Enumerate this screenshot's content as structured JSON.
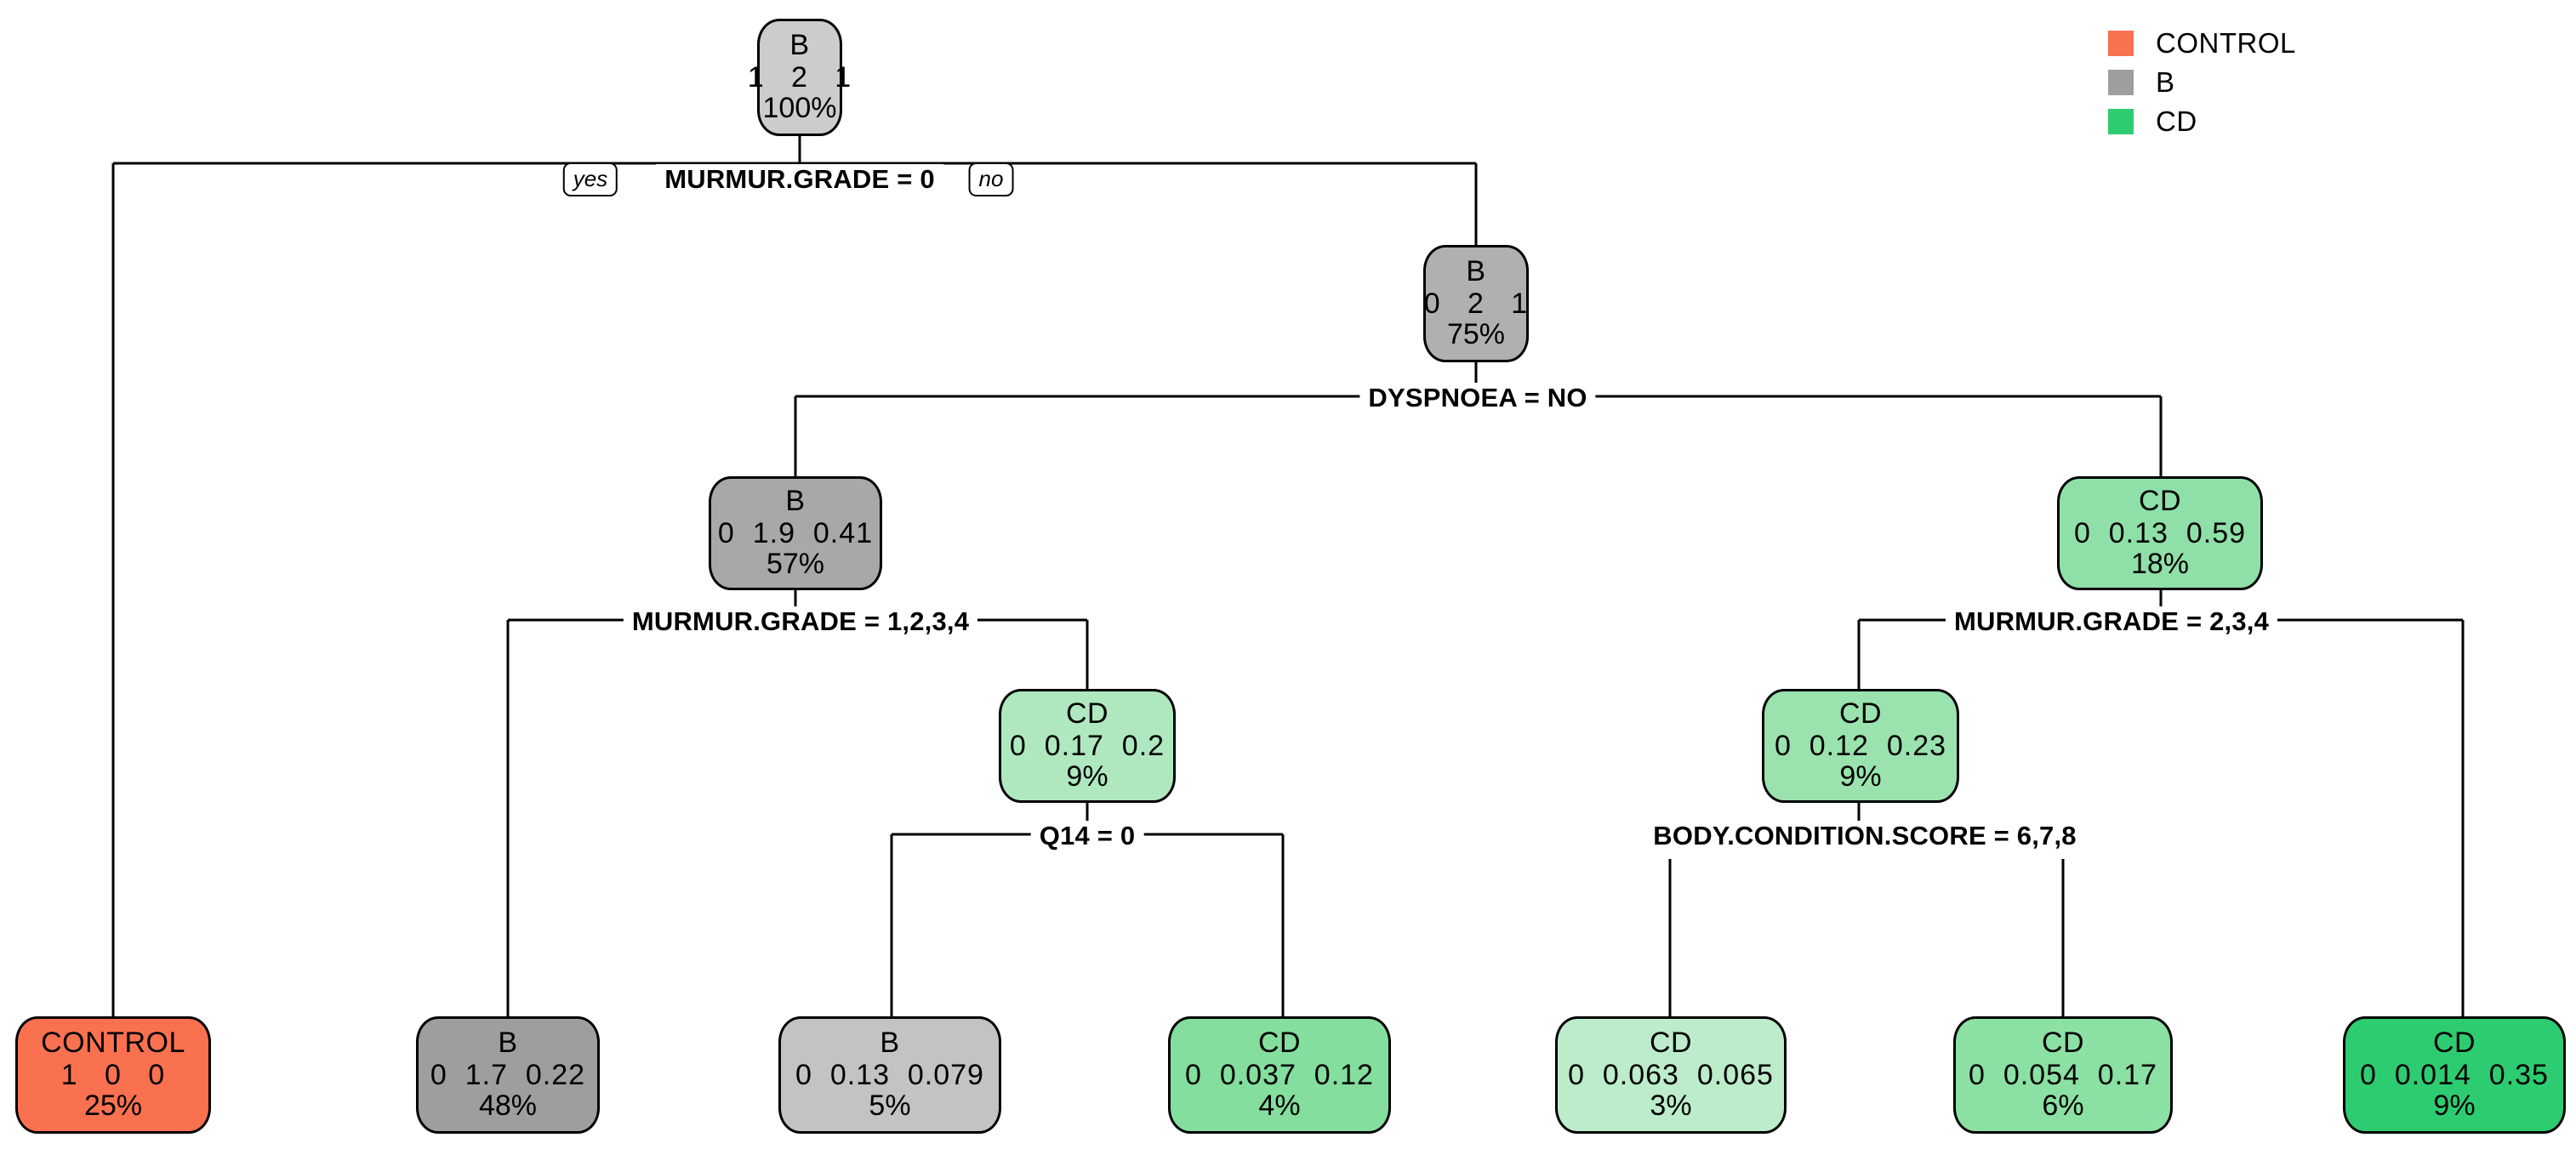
{
  "figure": {
    "type": "decision-tree",
    "background": "#ffffff"
  },
  "legend": {
    "position": "top-right",
    "items": [
      {
        "label": "CONTROL",
        "color": "#FA7150"
      },
      {
        "label": "B",
        "color": "#9E9E9E"
      },
      {
        "label": "CD",
        "color": "#2ECC71"
      }
    ]
  },
  "chart_data": {
    "type": "tree",
    "class_order": [
      "CONTROL",
      "B",
      "CD"
    ],
    "nodes": [
      {
        "id": "n1",
        "label": "B",
        "probs": "1   2   1",
        "pct": "100%",
        "fill": "#CCCCCC",
        "role": "root"
      },
      {
        "id": "n2",
        "label": "CONTROL",
        "probs": "1   0   0",
        "pct": "25%",
        "fill": "#FA7150",
        "role": "leaf"
      },
      {
        "id": "n3",
        "label": "B",
        "probs": "0   2   1",
        "pct": "75%",
        "fill": "#B0B0B0",
        "role": "internal"
      },
      {
        "id": "n4",
        "label": "B",
        "probs": "0  1.9  0.41",
        "pct": "57%",
        "fill": "#A8A8A8",
        "role": "internal"
      },
      {
        "id": "n5",
        "label": "CD",
        "probs": "0  0.13  0.59",
        "pct": "18%",
        "fill": "#8FE0A8",
        "role": "internal"
      },
      {
        "id": "n6",
        "label": "B",
        "probs": "0  1.7  0.22",
        "pct": "48%",
        "fill": "#9E9E9E",
        "role": "leaf"
      },
      {
        "id": "n7",
        "label": "CD",
        "probs": "0  0.17  0.2",
        "pct": "9%",
        "fill": "#AFE8BF",
        "role": "internal"
      },
      {
        "id": "n8",
        "label": "B",
        "probs": "0  0.13  0.079",
        "pct": "5%",
        "fill": "#C3C3C3",
        "role": "leaf"
      },
      {
        "id": "n9",
        "label": "CD",
        "probs": "0  0.037  0.12",
        "pct": "4%",
        "fill": "#84DE9D",
        "role": "leaf"
      },
      {
        "id": "n10",
        "label": "CD",
        "probs": "0  0.12  0.23",
        "pct": "9%",
        "fill": "#9AE3AE",
        "role": "internal"
      },
      {
        "id": "n11",
        "label": "CD",
        "probs": "0  0.063  0.065",
        "pct": "3%",
        "fill": "#BDECCA",
        "role": "leaf"
      },
      {
        "id": "n12",
        "label": "CD",
        "probs": "0  0.054  0.17",
        "pct": "6%",
        "fill": "#8BE0A4",
        "role": "leaf"
      },
      {
        "id": "n13",
        "label": "CD",
        "probs": "0  0.014  0.35",
        "pct": "9%",
        "fill": "#2ECC71",
        "role": "leaf"
      }
    ],
    "splits": [
      {
        "id": "s1",
        "text": "MURMUR.GRADE = 0",
        "yes": "yes",
        "no": "no"
      },
      {
        "id": "s2",
        "text": "DYSPNOEA = NO"
      },
      {
        "id": "s3",
        "text": "MURMUR.GRADE = 1,2,3,4"
      },
      {
        "id": "s4",
        "text": "MURMUR.GRADE = 2,3,4"
      },
      {
        "id": "s5",
        "text": "Q14 = 0"
      },
      {
        "id": "s6",
        "text": "BODY.CONDITION.SCORE = 6,7,8"
      }
    ]
  }
}
